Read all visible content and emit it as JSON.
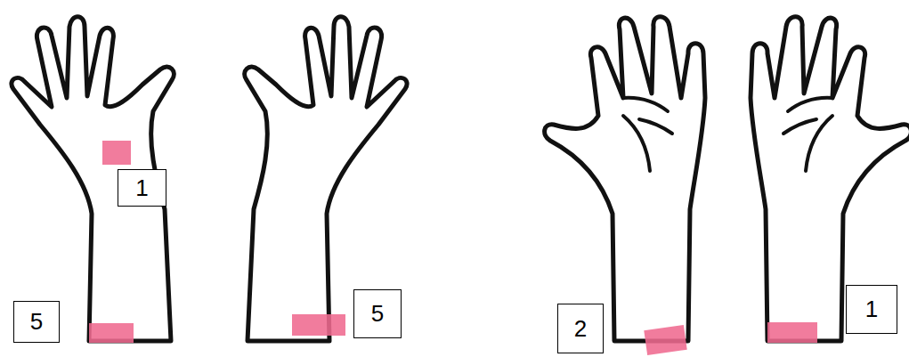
{
  "diagram": {
    "nodes": [
      {
        "text": [
          "1"
        ]
      },
      {
        "text": [
          "5"
        ]
      },
      {
        "text": [
          "5"
        ]
      },
      {
        "text": [
          "2"
        ]
      },
      {
        "text": [
          "1"
        ]
      }
    ]
  }
}
